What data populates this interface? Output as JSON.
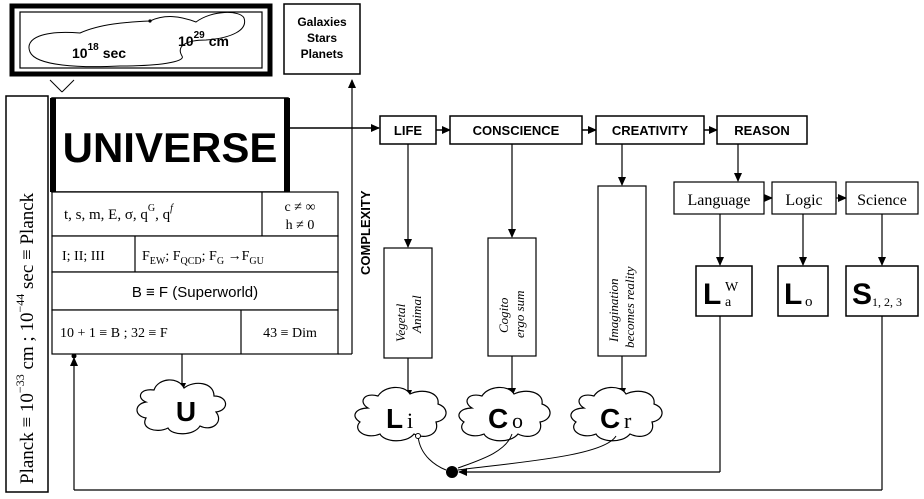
{
  "top_box": {
    "time": "10",
    "time_exp": "18",
    "time_unit": "sec",
    "length": "10",
    "length_exp": "29",
    "length_unit": "cm"
  },
  "galaxies": {
    "line1": "Galaxies",
    "line2": "Stars",
    "line3": "Planets"
  },
  "planck_sidebar": {
    "p1": "Planck ≡ 10",
    "p1_exp": "−33",
    "p2": " cm ;  10",
    "p2_exp": "−44",
    "p3": " sec  ≡ Planck"
  },
  "universe": {
    "title": "UNIVERSE",
    "row1": {
      "vars": "t,  s,  m,  E,  σ,  q",
      "vars_g": "G",
      "vars_mid": ",  q",
      "vars_f": "f",
      "c": "c ≠ ∞",
      "h": "h ≠ 0"
    },
    "row2": {
      "roman": "I;  II;  III",
      "f_ew": "F",
      "f_ew_sub": "EW",
      "f_qcd": ";  F",
      "f_qcd_sub": "QCD",
      "f_g": ";  F",
      "f_g_sub": "G",
      "arrow": " →F",
      "f_gu_sub": "GU"
    },
    "row3": "B ≡  F (Superworld)",
    "row4": {
      "a": "10 + 1 ≡ B ;   32 ≡ F",
      "b": "43 ≡ Dim"
    }
  },
  "complexity": "COMPLEXITY",
  "chain": [
    "LIFE",
    "CONSCIENCE",
    "CREATIVITY",
    "REASON"
  ],
  "reason_branches": [
    "Language",
    "Logic",
    "Science"
  ],
  "vertical_texts": {
    "life": [
      "Vegetal",
      "Animal"
    ],
    "conscience": [
      "Cogito",
      "ergo sum"
    ],
    "creativity": [
      "Imagination",
      "becomes reality"
    ]
  },
  "symbols": {
    "la": {
      "main": "L",
      "sup": "W",
      "sub": "a"
    },
    "lo": {
      "main": "L",
      "sub": "o"
    },
    "s": {
      "main": "S",
      "sub": "1, 2, 3"
    }
  },
  "clouds": {
    "u": {
      "main": "U"
    },
    "li": {
      "main": "L",
      "sub": "i"
    },
    "co": {
      "main": "C",
      "sub": "o"
    },
    "cr": {
      "main": "C",
      "sub": "r"
    }
  }
}
